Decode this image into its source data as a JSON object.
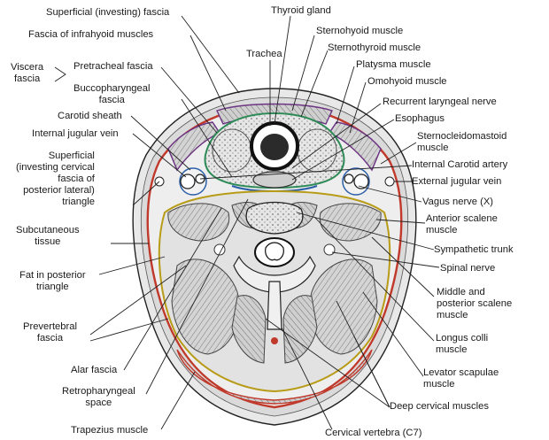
{
  "labels": {
    "superficial_investing_fascia": "Superficial (investing) fascia",
    "fascia_infrahyoid": "Fascia of infrahyoid muscles",
    "viscera_fascia": "Viscera\nfascia",
    "pretracheal_fascia": "Pretracheal fascia",
    "buccopharyngeal_fascia": "Buccopharyngeal\nfascia",
    "carotid_sheath": "Carotid sheath",
    "internal_jugular_vein": "Internal jugular vein",
    "superficial_investing_cervical": "Superficial\n(investing cervical\nfascia of\nposterior lateral)\ntriangle",
    "subcutaneous_tissue": "Subcutaneous\ntissue",
    "fat_posterior_triangle": "Fat in posterior\ntriangle",
    "prevertebral_fascia": "Prevertebral\nfascia",
    "alar_fascia": "Alar fascia",
    "retropharyngeal_space": "Retropharyngeal\nspace",
    "trapezius_muscle": "Trapezius muscle",
    "thyroid_gland": "Thyroid gland",
    "trachea": "Trachea",
    "sternohyoid_muscle": "Sternohyoid muscle",
    "sternothyroid_muscle": "Sternothyroid muscle",
    "platysma_muscle": "Platysma muscle",
    "omohyoid_muscle": "Omohyoid muscle",
    "recurrent_laryngeal_nerve": "Recurrent laryngeal nerve",
    "esophagus": "Esophagus",
    "sternocleidomastoid_muscle": "Sternocleidomastoid\nmuscle",
    "internal_carotid_artery": "Internal Carotid artery",
    "external_jugular_vein": "External jugular vein",
    "vagus_nerve": "Vagus nerve (X)",
    "anterior_scalene_muscle": "Anterior scalene\nmuscle",
    "sympathetic_trunk": "Sympathetic trunk",
    "spinal_nerve": "Spinal nerve",
    "middle_posterior_scalene": "Middle and\nposterior scalene\nmuscle",
    "longus_colli_muscle": "Longus colli\nmuscle",
    "levator_scapulae_muscle": "Levator scapulae\nmuscle",
    "deep_cervical_muscles": "Deep cervical muscles",
    "cervical_vertebra": "Cervical vertebra (C7)"
  },
  "colors": {
    "fascia_red": "#c0392b",
    "fascia_purple": "#6c3483",
    "fascia_green": "#2e8b57",
    "fascia_blue": "#2c5fa8",
    "fascia_yellow": "#b89b16",
    "line": "#222222",
    "tissue_gray": "#bdbdbd"
  }
}
